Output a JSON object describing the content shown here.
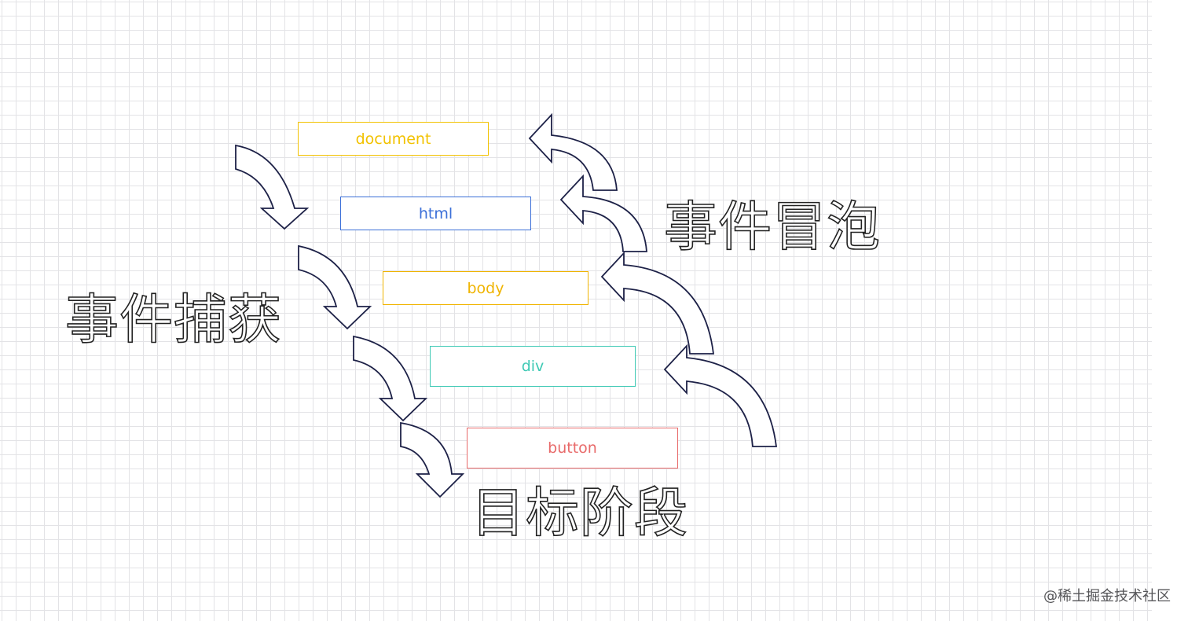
{
  "nodes": [
    {
      "id": "document",
      "label": "document",
      "color": "#f2c200"
    },
    {
      "id": "html",
      "label": "html",
      "color": "#3b6fd8"
    },
    {
      "id": "body",
      "label": "body",
      "color": "#f0b400"
    },
    {
      "id": "div",
      "label": "div",
      "color": "#3ec9b4"
    },
    {
      "id": "button",
      "label": "button",
      "color": "#e86a6a"
    }
  ],
  "labels": {
    "capture": "事件捕获",
    "bubble": "事件冒泡",
    "target": "目标阶段"
  },
  "watermark": "@稀土掘金技术社区",
  "colors": {
    "arrow_stroke": "#1d2147",
    "grid_line": "#e3e3e6",
    "label_stroke": "#222222"
  }
}
